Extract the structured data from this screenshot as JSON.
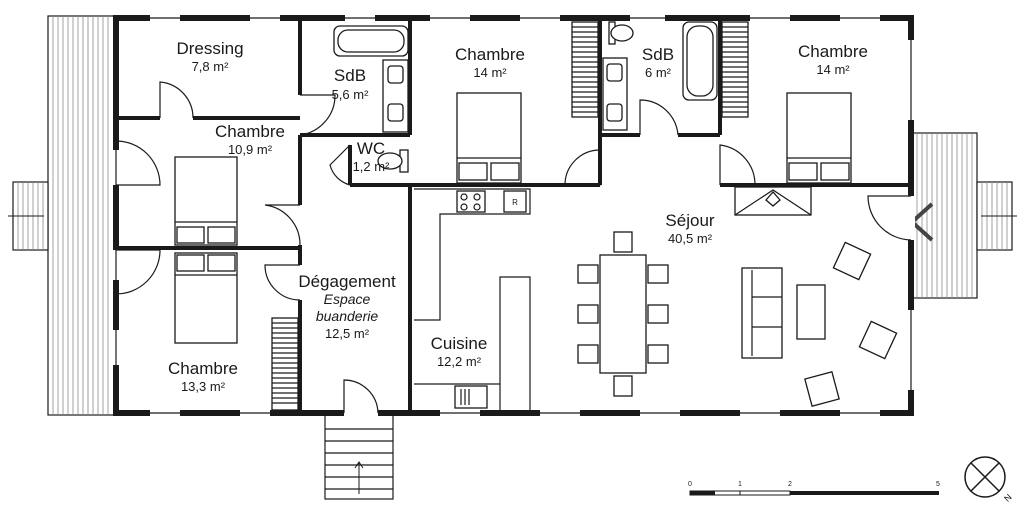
{
  "rooms": {
    "dressing": {
      "name": "Dressing",
      "area": "7,8 m²"
    },
    "chambre_nw": {
      "name": "Chambre",
      "area": "10,9 m²"
    },
    "chambre_sw": {
      "name": "Chambre",
      "area": "13,3 m²"
    },
    "sdb_west": {
      "name": "SdB",
      "area": "5,6 m²"
    },
    "wc": {
      "name": "WC",
      "area": "1,2 m²"
    },
    "chambre_center": {
      "name": "Chambre",
      "area": "14 m²"
    },
    "sdb_east": {
      "name": "SdB",
      "area": "6 m²"
    },
    "chambre_east": {
      "name": "Chambre",
      "area": "14 m²"
    },
    "sejour": {
      "name": "Séjour",
      "area": "40,5 m²"
    },
    "degagement": {
      "name": "Dégagement",
      "sub1": "Espace",
      "sub2": "buanderie",
      "area": "12,5 m²"
    },
    "cuisine": {
      "name": "Cuisine",
      "area": "12,2 m²"
    }
  },
  "fridge_label": "R",
  "scale": {
    "ticks": [
      "0",
      "1",
      "2",
      "5"
    ]
  },
  "compass": {
    "label": "N"
  }
}
